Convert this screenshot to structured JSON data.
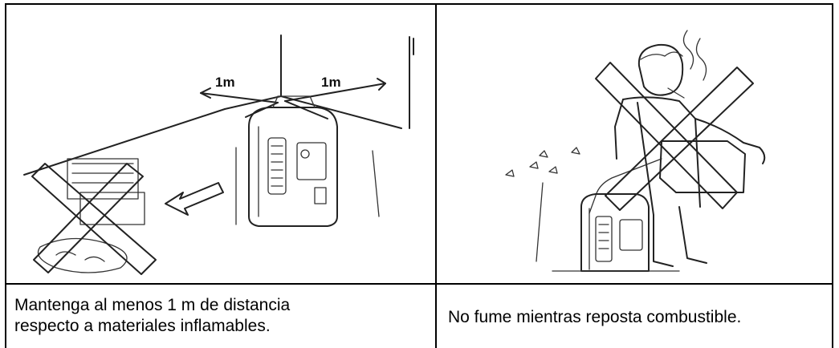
{
  "illustrations": {
    "distance_label_left": "1m",
    "distance_label_right": "1m"
  },
  "captions": {
    "left": "Mantenga al menos 1 m de distancia respecto a materiales inflamables.",
    "right": "No fume mientras reposta combustible."
  }
}
